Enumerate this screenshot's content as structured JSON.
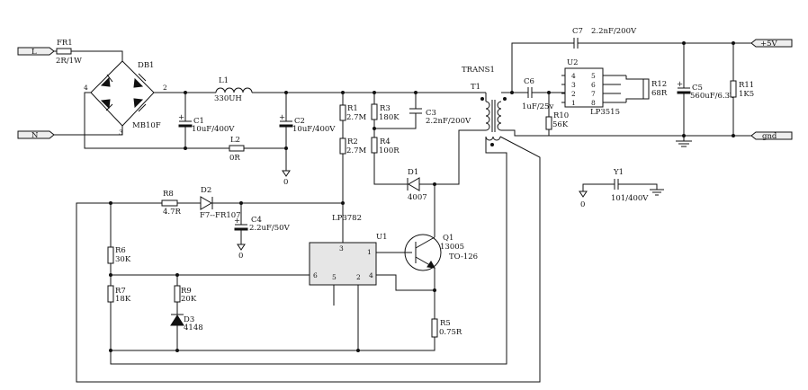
{
  "ports": {
    "l": "L",
    "n": "N",
    "plus5v": "+5V",
    "gnd": "gnd"
  },
  "labels": {
    "fr1_ref": "FR1",
    "fr1_val": "2R/1W",
    "db1_ref": "DB1",
    "db1_val": "MB10F",
    "db1_pin4": "4",
    "db1_pin2": "2",
    "db1_pin3": "3",
    "l1_ref": "L1",
    "l1_val": "330UH",
    "c1_ref": "C1",
    "c1_val": "10uF/400V",
    "l2_ref": "L2",
    "l2_val": "0R",
    "c2_ref": "C2",
    "c2_val": "10uF/400V",
    "gnd0_a": "0",
    "r1_ref": "R1",
    "r1_val": "2.7M",
    "r2_ref": "R2",
    "r2_val": "2.7M",
    "r3_ref": "R3",
    "r3_val": "180K",
    "r4_ref": "R4",
    "r4_val": "100R",
    "c3_ref": "C3",
    "c3_val": "2.2nF/200V",
    "trans_ref": "TRANS1",
    "t1_ref": "T1",
    "d1_ref": "D1",
    "d1_val": "4007",
    "c6_ref": "C6",
    "c6_val": "1uF/25v",
    "c7_ref": "C7",
    "c7_val": "2.2nF/200V",
    "u2_ref": "U2",
    "u2_name": "LP3515",
    "u2_pin1": "1",
    "u2_pin2": "2",
    "u2_pin3": "3",
    "u2_pin4": "4",
    "u2_pin5": "5",
    "u2_pin6": "6",
    "u2_pin7": "7",
    "u2_pin8": "8",
    "r10_ref": "R10",
    "r10_val": "56K",
    "r12_ref": "R12",
    "r12_val": "68R",
    "c5_ref": "C5",
    "c5_val": "560uF/6.3V",
    "r11_ref": "R11",
    "r11_val": "1K5",
    "y1_ref": "Y1",
    "y1_val": "101/400V",
    "gnd0_y": "0",
    "r8_ref": "R8",
    "r8_val": "4.7R",
    "d2_ref": "D2",
    "d2_val": "F7--FR107",
    "c4_ref": "C4",
    "c4_val": "2.2uF/50V",
    "gnd0_c4": "0",
    "u1_name": "LP3782",
    "u1_ref": "U1",
    "u1_pin1": "1",
    "u1_pin2": "2",
    "u1_pin3": "3",
    "u1_pin4": "4",
    "u1_pin5": "5",
    "u1_pin6": "6",
    "q1_ref": "Q1",
    "q1_val": "13005",
    "q1_pkg": "TO-126",
    "r6_ref": "R6",
    "r6_val": "30K",
    "r7_ref": "R7",
    "r7_val": "18K",
    "r9_ref": "R9",
    "r9_val": "20K",
    "d3_ref": "D3",
    "d3_val": "4148",
    "r5_ref": "R5",
    "r5_val": "0.75R"
  }
}
